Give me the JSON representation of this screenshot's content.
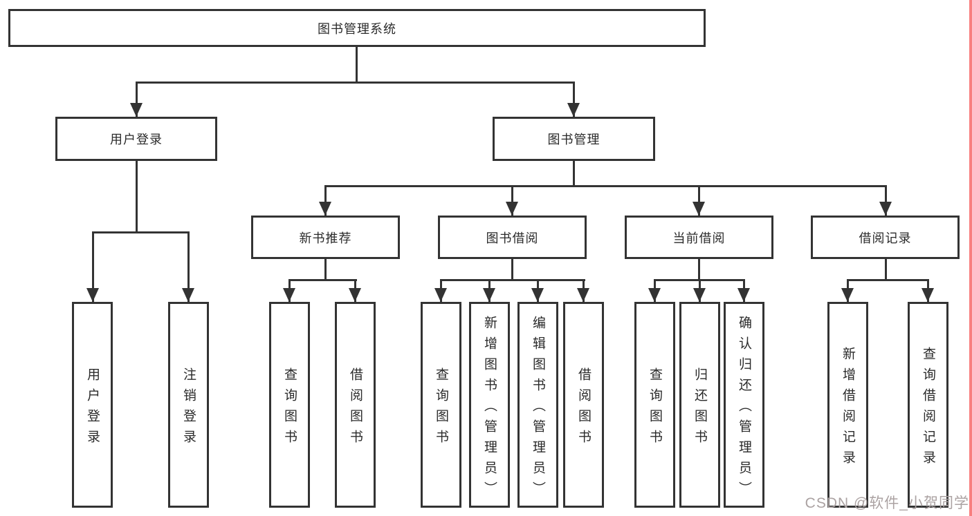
{
  "diagram": {
    "root": {
      "label": "图书管理系统"
    },
    "branches": [
      {
        "label": "用户登录",
        "leaves": [
          {
            "label": "用户登录"
          },
          {
            "label": "注销登录"
          }
        ]
      },
      {
        "label": "图书管理",
        "children": [
          {
            "label": "新书推荐",
            "leaves": [
              {
                "label": "查询图书"
              },
              {
                "label": "借阅图书"
              }
            ]
          },
          {
            "label": "图书借阅",
            "leaves": [
              {
                "label": "查询图书"
              },
              {
                "label": "新增图书（管理员）"
              },
              {
                "label": "编辑图书（管理员）"
              },
              {
                "label": "借阅图书"
              }
            ]
          },
          {
            "label": "当前借阅",
            "leaves": [
              {
                "label": "查询图书"
              },
              {
                "label": "归还图书"
              },
              {
                "label": "确认归还（管理员）"
              }
            ]
          },
          {
            "label": "借阅记录",
            "leaves": [
              {
                "label": "新增借阅记录"
              },
              {
                "label": "查询借阅记录"
              }
            ]
          }
        ]
      }
    ]
  },
  "watermark": {
    "text": "CSDN @软件_小贺同学",
    "color": "#aba2a2"
  },
  "colors": {
    "line": "#333333",
    "box_border": "#333333",
    "text": "#2a2a2a",
    "background": "#ffffff",
    "right_edge_strip": "#f87f7f"
  }
}
